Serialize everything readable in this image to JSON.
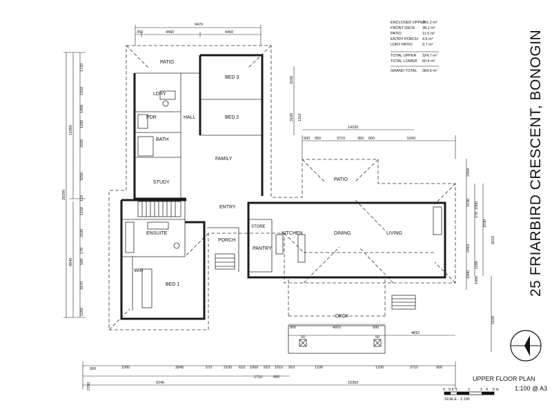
{
  "title": "25 FRIARBIRD CRESCENT, BONOGIN",
  "plan_label": "UPPER FLOOR PLAN",
  "scale_text": "1:100 @ A3",
  "scale_bar": {
    "ticks": [
      "0",
      "0.5",
      "1",
      "2",
      "3",
      "4",
      "5 m"
    ],
    "label": "SCALE - 1:100"
  },
  "areas": [
    {
      "label": "ENCLOSED UPPER",
      "value": "261.2 m²"
    },
    {
      "label": "FRONT DECK",
      "value": "38.1 m²"
    },
    {
      "label": "PATIO",
      "value": "11.0 m²"
    },
    {
      "label": "ENTRY PORCH",
      "value": "4.6 m²"
    },
    {
      "label": "LDRY PATIO",
      "value": "9.7 m²"
    },
    {
      "label": "TOTAL UPPER",
      "value": "324.7 m²"
    },
    {
      "label": "TOTAL LOWER",
      "value": "60.6 m²"
    },
    {
      "label": "GRAND TOTAL",
      "value": "384.6 m²"
    }
  ],
  "rooms": {
    "patio_top": "PATIO",
    "bed3": "BED 3",
    "ldry": "LDRY",
    "pdr": "PDR",
    "hall": "HALL",
    "bed2": "BED 2",
    "bath": "BATH",
    "family": "FAMILY",
    "study": "STUDY",
    "patio_right": "PATIO",
    "entry": "ENTRY",
    "store": "STORE",
    "kitchen": "KITCHEN",
    "dining": "DINING",
    "living": "LIVING",
    "ensuite": "ENSUITE",
    "porch": "PORCH",
    "pantry": "PANTRY",
    "wir": "WIR",
    "bed1": "BED 1",
    "deck": "DECK"
  },
  "dims": {
    "top_total": "9470",
    "top_350": "350",
    "top_4460a": "4460",
    "top_4460b": "4460",
    "mid_14230": "14230",
    "mid_600a": "600",
    "mid_350": "350",
    "mid_3710": "3710",
    "mid_350b": "350",
    "mid_600b": "600",
    "mid_5260": "5260",
    "left_overall": "20290",
    "left_upper": "11090",
    "left_lower": "9840",
    "left_segments": [
      "1720",
      "1910",
      "1400",
      "1200",
      "2020",
      "3250",
      "110",
      "1150",
      "2100",
      "170",
      "500",
      "3370",
      "1160"
    ],
    "right_3100": "3100",
    "right_3100b": "3100",
    "right_1110": "1110",
    "right_segs": [
      "2350",
      "1530",
      "1900",
      "170",
      "1630",
      "2410",
      "1180",
      "1900",
      "1000"
    ],
    "right_6510": "6510",
    "right_5150": "5150",
    "deck_900a": "900",
    "deck_4910": "4910",
    "deck_900b": "900",
    "deck_4810": "4810",
    "deck_50a": "50",
    "deck_50b": "50",
    "bot1": [
      "900",
      "1995",
      "3845",
      "570",
      "2100",
      "610",
      "1000",
      "910",
      "1010",
      "910",
      "1100",
      "1100",
      "3710",
      "900"
    ],
    "bot2": [
      "1710",
      "650"
    ],
    "bot3": [
      "2700",
      "6240",
      "15350"
    ]
  }
}
